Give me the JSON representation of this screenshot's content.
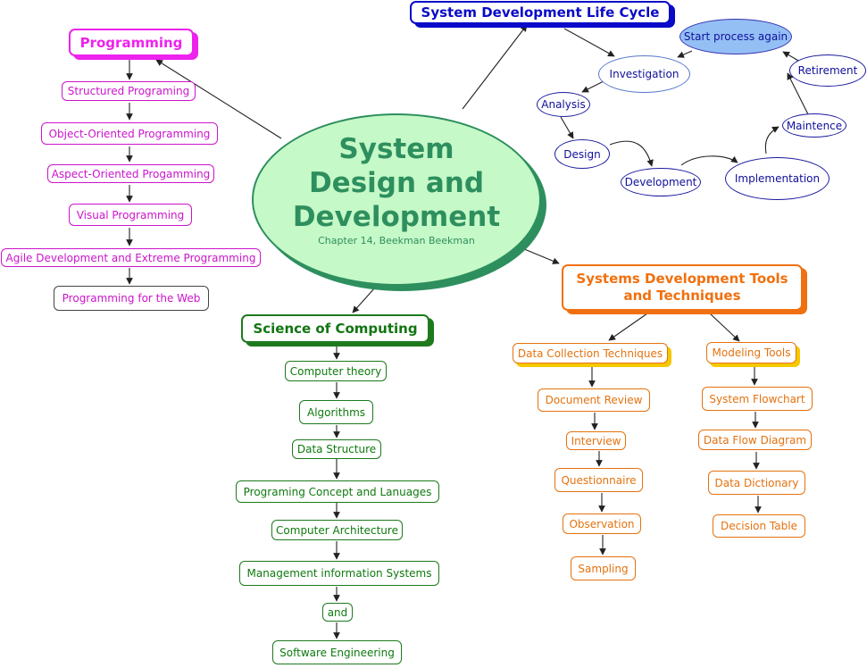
{
  "center": {
    "title": "System\nDesign and\nDevelopment",
    "subtitle": "Chapter 14, Beekman Beekman"
  },
  "programming": {
    "title": "Programming",
    "items": [
      "Structured Programing",
      "Object-Oriented Programming",
      "Aspect-Oriented Progamming",
      "Visual Programming",
      "Agile Development and Extreme Programming",
      "Programming for the Web"
    ]
  },
  "science": {
    "title": "Science of Computing",
    "items": [
      "Computer theory",
      "Algorithms",
      "Data Structure",
      "Programing Concept and Lanuages",
      "Computer Architecture",
      "Management information Systems",
      "and",
      "Software Engineering"
    ]
  },
  "sdlc": {
    "title": "System Development Life Cycle",
    "stages": [
      "Start process again",
      "Investigation",
      "Retirement",
      "Analysis",
      "Maintence",
      "Design",
      "Development",
      "Implementation"
    ]
  },
  "tools": {
    "title": "Systems Development Tools and Techniques",
    "data_collection": {
      "title": "Data Collection Techniques",
      "items": [
        "Document Review",
        "Interview",
        "Questionnaire",
        "Observation",
        "Sampling"
      ]
    },
    "modeling": {
      "title": "Modeling Tools",
      "items": [
        "System Flowchart",
        "Data Flow Diagram",
        "Data Dictionary",
        "Decision Table"
      ]
    }
  },
  "colors": {
    "programming": "#ee22ee",
    "science": "#1d7a1d",
    "tools": "#f07010",
    "sdlc": "#0a0ac8",
    "center_fill": "#c5f9c7",
    "center_text": "#2e8f5e",
    "highlight": "#f5c800",
    "start_fill": "#94bff5"
  }
}
